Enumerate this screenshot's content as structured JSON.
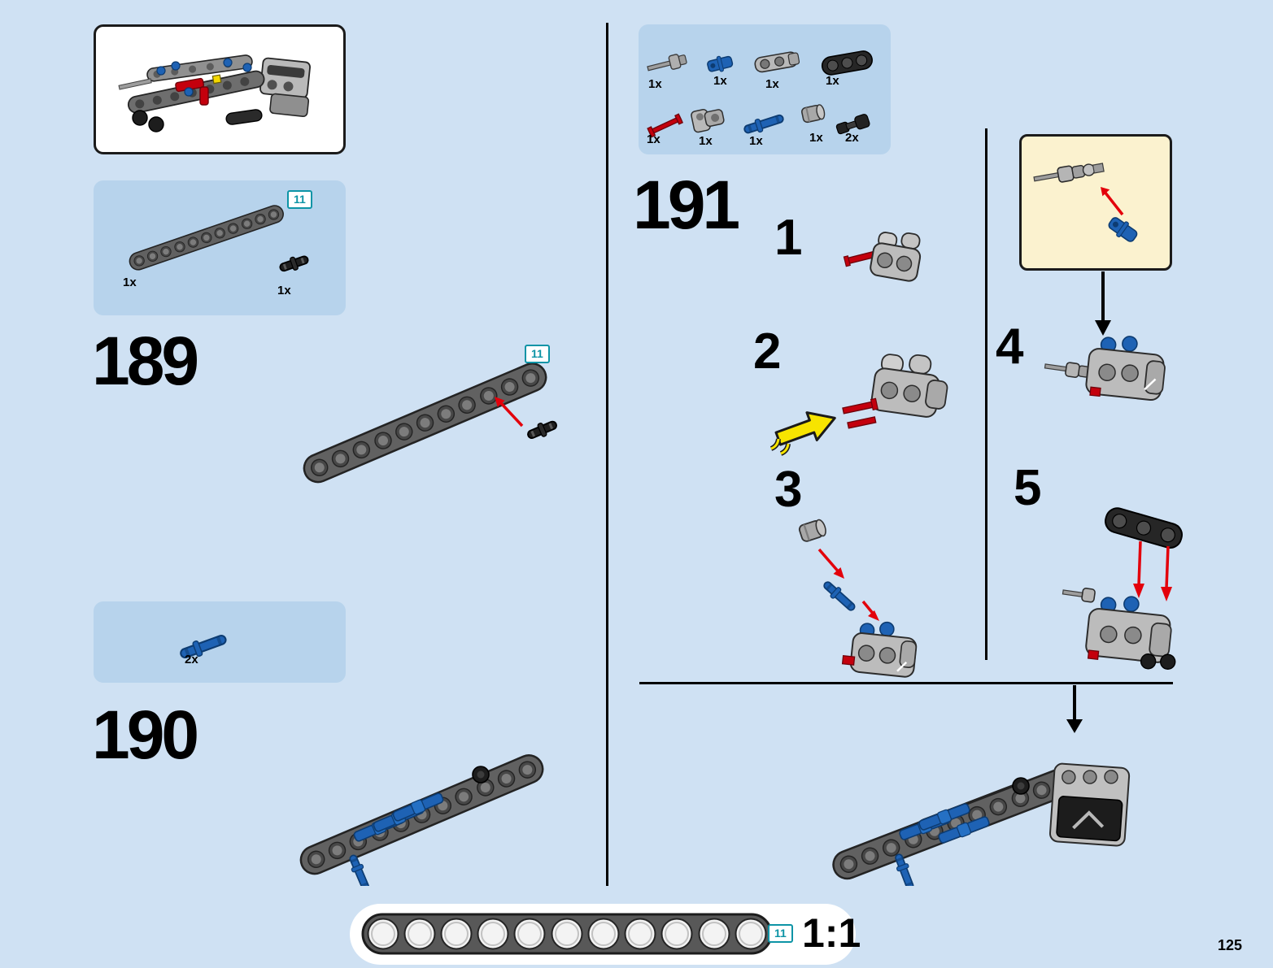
{
  "page_number": "125",
  "badge_label": "11",
  "scale_label": "1:1",
  "colors": {
    "background": "#cfe1f3",
    "parts_panel": "#b7d3ec",
    "badge_teal": "#0d94a6",
    "lego_blue": "#1e62b4",
    "lego_red": "#c4000d",
    "arrow_red": "#e3000b",
    "arrow_yellow": "#f7e400",
    "callout_cream": "#fbf2cf"
  },
  "icons": {
    "red_arrow": "insertion-arrow",
    "yellow_arrow": "attention-arrow",
    "black_arrow": "flow-arrow",
    "badge": "bag-number-badge"
  },
  "steps": {
    "s189": {
      "number": "189",
      "parts": [
        {
          "name": "technic-beam-11-dark-grey",
          "count": "1x"
        },
        {
          "name": "black-pin-2l",
          "count": "1x"
        }
      ]
    },
    "s190": {
      "number": "190",
      "parts": [
        {
          "name": "blue-pin-3l",
          "count": "2x"
        }
      ]
    },
    "s191": {
      "number": "191",
      "parts_row1": [
        {
          "name": "grey-axle-with-stop",
          "count": "1x"
        },
        {
          "name": "blue-axle-pin-connector",
          "count": "1x"
        },
        {
          "name": "grey-pin-connector-block",
          "count": "1x"
        },
        {
          "name": "black-thick-beam-3",
          "count": "1x"
        }
      ],
      "parts_row2": [
        {
          "name": "red-axle-3l",
          "count": "1x"
        },
        {
          "name": "grey-perpendicular-connector",
          "count": "1x"
        },
        {
          "name": "blue-pin-3l",
          "count": "1x"
        },
        {
          "name": "grey-bush",
          "count": "1x"
        },
        {
          "name": "black-axle-joiner",
          "count": "2x"
        }
      ],
      "substeps": [
        "1",
        "2",
        "3",
        "4",
        "5"
      ]
    }
  }
}
